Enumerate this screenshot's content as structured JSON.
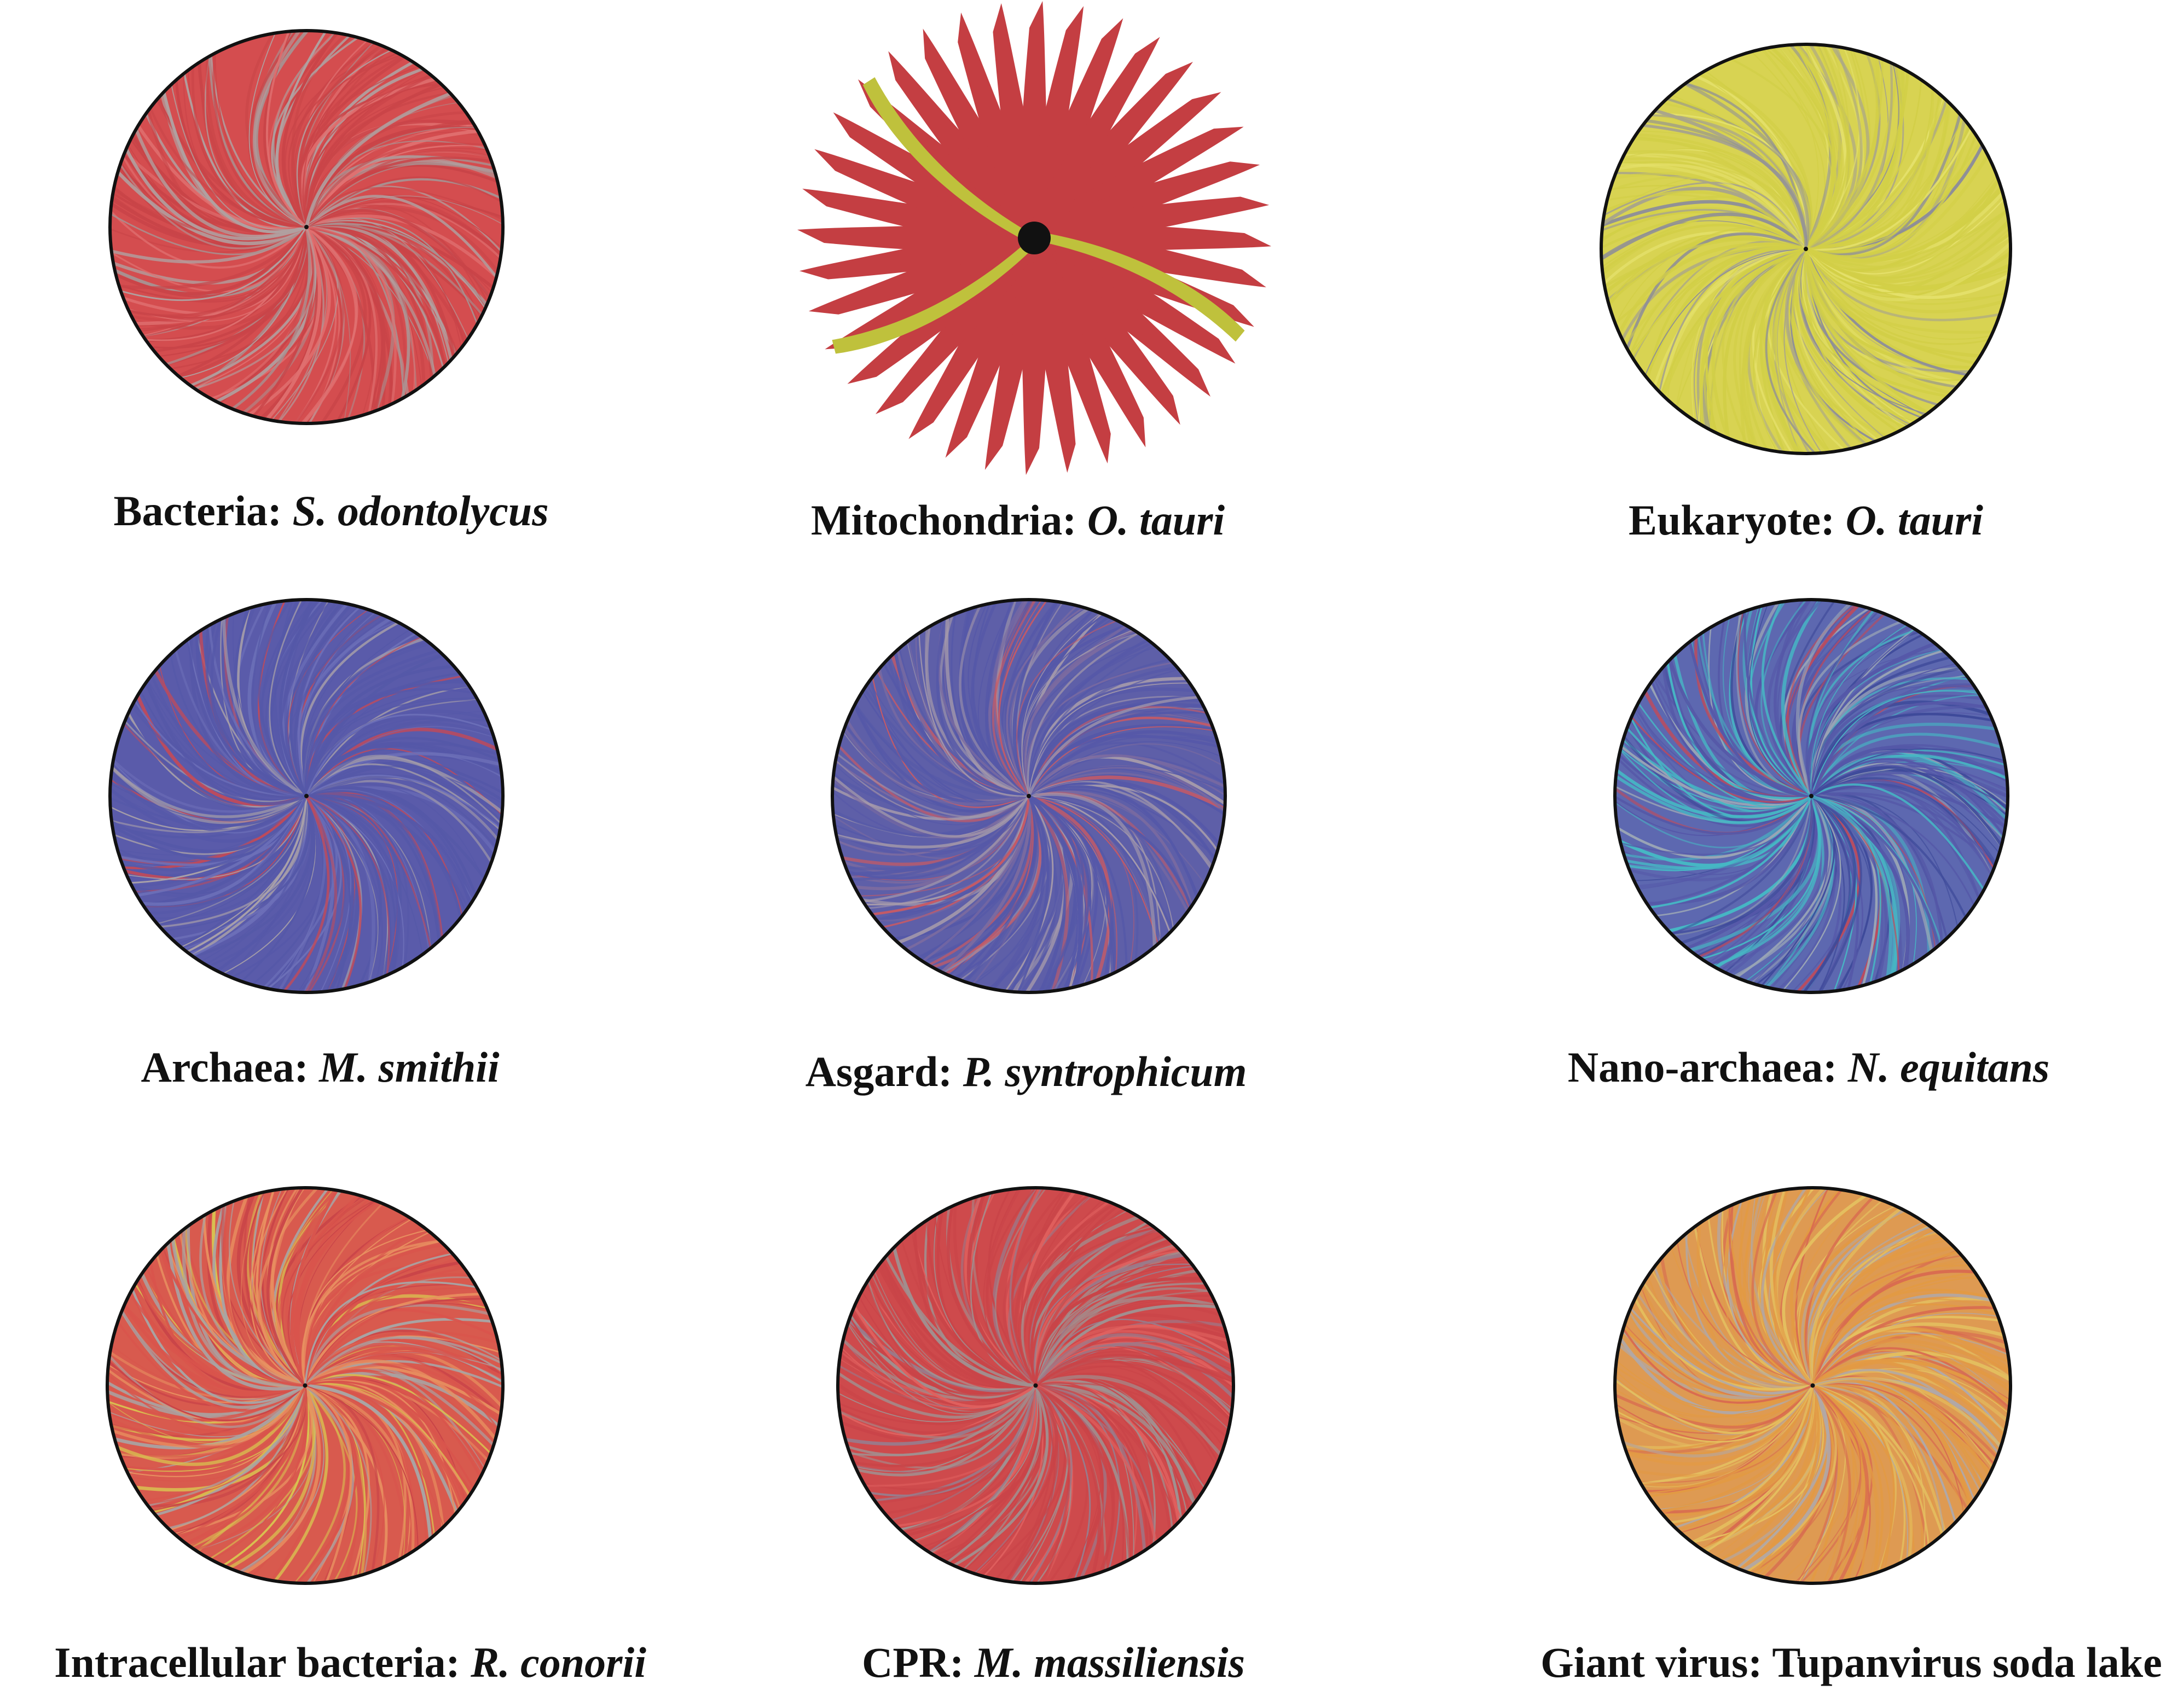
{
  "palette": {
    "red": "#C94448",
    "yellow": "#D2CF47",
    "blue": "#5558A8",
    "gray": "#9A9A9A",
    "cyan": "#46B7C4",
    "orange": "#E29A44",
    "outline": "#111111",
    "center_dot": "#111111"
  },
  "panels": [
    {
      "id": "bacteria",
      "domain_label": "Bacteria:",
      "species": "S. odontolycus",
      "species_italic": true,
      "render": "swirl-disk",
      "base_color": "#D44D4F",
      "stripe_colors": [
        "#C94448",
        "#B0A0A0",
        "#E07070",
        "#A89090"
      ],
      "stripe_weights": [
        0.55,
        0.2,
        0.15,
        0.1
      ],
      "spin": 1
    },
    {
      "id": "mitochondria",
      "domain_label": "Mitochondria:",
      "species": "O. tauri",
      "species_italic": true,
      "render": "petal-flower",
      "petal_color": "#C43E42",
      "accent_color": "#BFC13C",
      "petal_count": 36,
      "accent_petals": 2
    },
    {
      "id": "eukaryote",
      "domain_label": "Eukaryote:",
      "species": "O. tauri",
      "species_italic": true,
      "render": "swirl-disk",
      "base_color": "#D8D352",
      "stripe_colors": [
        "#D2CF47",
        "#A9A58A",
        "#8C8C9A",
        "#E4E06A"
      ],
      "stripe_weights": [
        0.6,
        0.15,
        0.1,
        0.15
      ],
      "spin": -1
    },
    {
      "id": "archaea",
      "domain_label": "Archaea:",
      "species": "M. smithii",
      "species_italic": true,
      "render": "swirl-disk",
      "base_color": "#5A5BAA",
      "stripe_colors": [
        "#5558A8",
        "#C04A5A",
        "#A8A0A8",
        "#6C6FB8"
      ],
      "stripe_weights": [
        0.6,
        0.12,
        0.13,
        0.15
      ],
      "spin": 1
    },
    {
      "id": "asgard",
      "domain_label": "Asgard:",
      "species": "P. syntrophicum",
      "species_italic": true,
      "render": "swirl-disk",
      "base_color": "#5E5FA8",
      "stripe_colors": [
        "#5558A8",
        "#C45A66",
        "#A59AAA",
        "#7A6AA0"
      ],
      "stripe_weights": [
        0.55,
        0.15,
        0.15,
        0.15
      ],
      "spin": 1
    },
    {
      "id": "nanoarchaea",
      "domain_label": "Nano-archaea:",
      "species": "N. equitans",
      "species_italic": true,
      "render": "swirl-disk",
      "base_color": "#5D68B0",
      "stripe_colors": [
        "#5558A8",
        "#46B7C4",
        "#9AA5B5",
        "#C04A5A",
        "#3E4A9A"
      ],
      "stripe_weights": [
        0.35,
        0.3,
        0.15,
        0.08,
        0.12
      ],
      "spin": 1
    },
    {
      "id": "intracellular",
      "domain_label": "Intracellular bacteria:",
      "species": "R. conorii",
      "species_italic": true,
      "render": "swirl-disk",
      "base_color": "#D85A4E",
      "stripe_colors": [
        "#D9544C",
        "#A8A4A4",
        "#E89060",
        "#C94448",
        "#D8C050"
      ],
      "stripe_weights": [
        0.35,
        0.22,
        0.18,
        0.15,
        0.1
      ],
      "spin": 1
    },
    {
      "id": "cpr",
      "domain_label": "CPR:",
      "species": "M. massiliensis",
      "species_italic": true,
      "render": "swirl-disk",
      "base_color": "#CE4A4C",
      "stripe_colors": [
        "#C94448",
        "#A09090",
        "#E0605E",
        "#9A7A8A"
      ],
      "stripe_weights": [
        0.55,
        0.2,
        0.15,
        0.1
      ],
      "spin": 1
    },
    {
      "id": "giant-virus",
      "domain_label": "Giant virus: Tupanvirus soda lake",
      "species": "",
      "species_italic": false,
      "render": "swirl-disk",
      "base_color": "#DE9A52",
      "stripe_colors": [
        "#E29A44",
        "#B0A8A8",
        "#D86A50",
        "#E4C060"
      ],
      "stripe_weights": [
        0.45,
        0.2,
        0.15,
        0.2
      ],
      "spin": 1
    }
  ]
}
